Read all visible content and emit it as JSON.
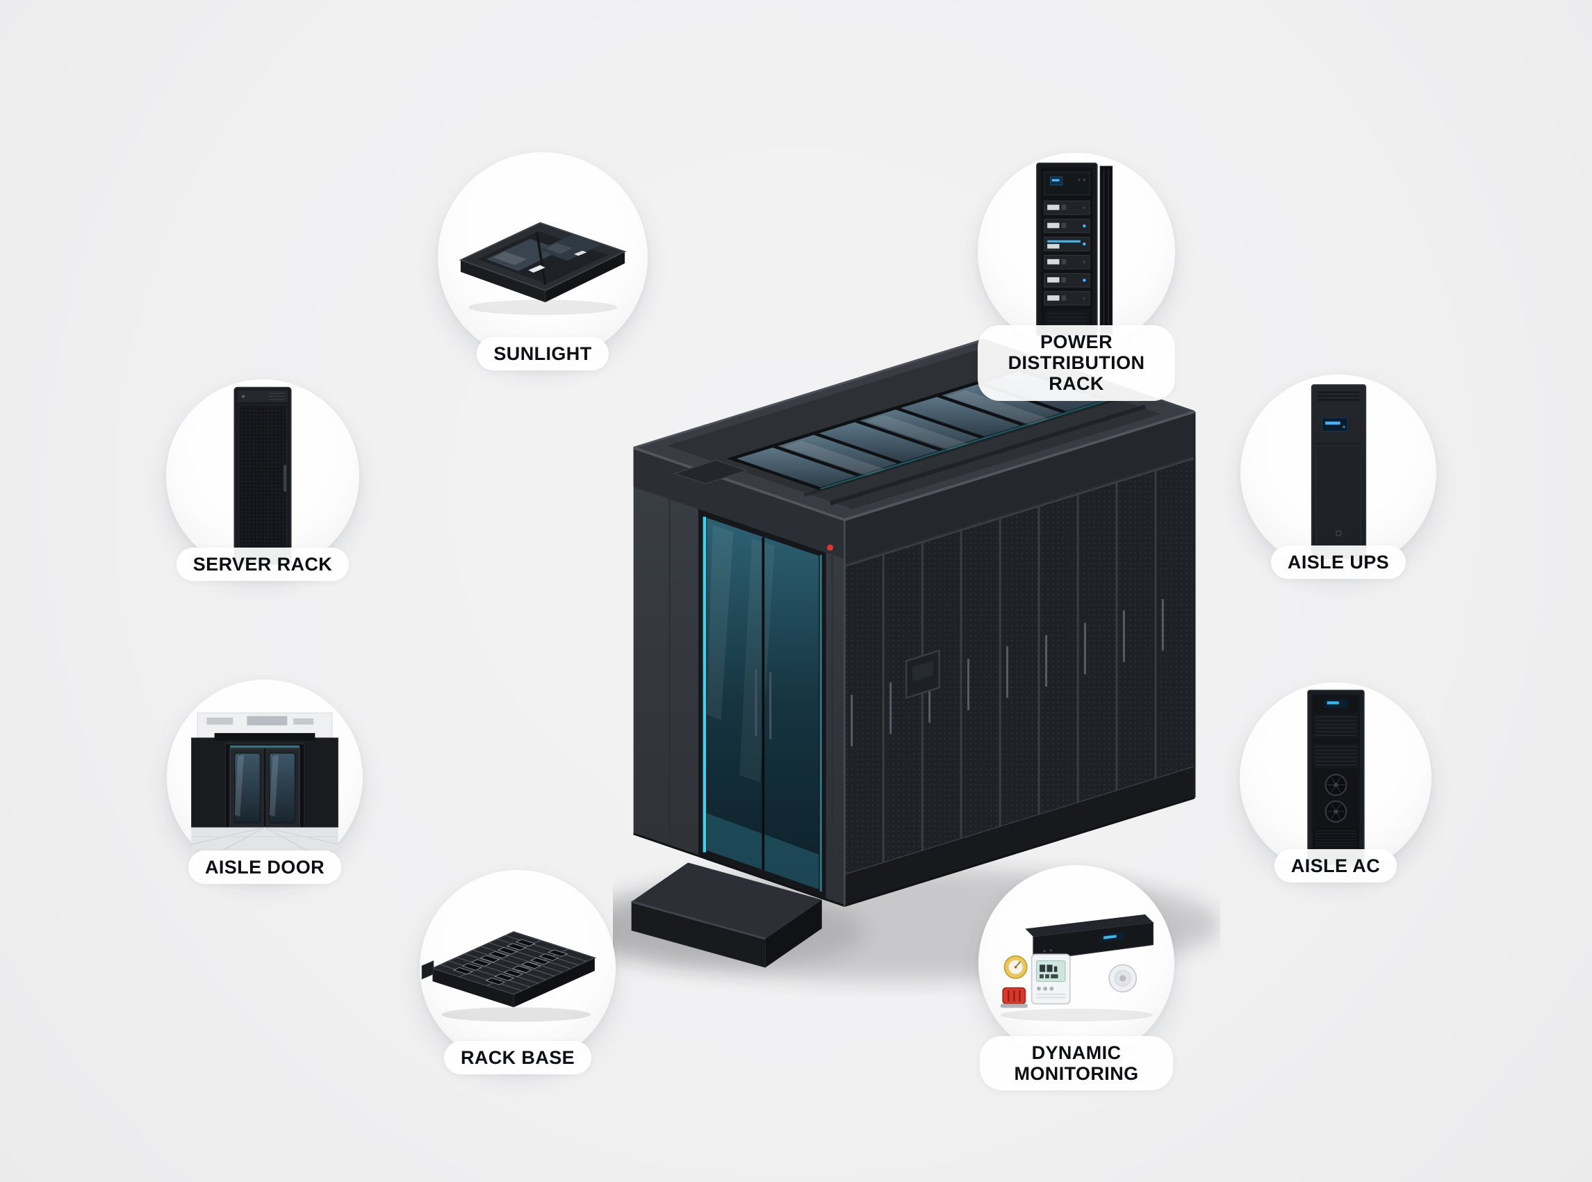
{
  "colors": {
    "background": "#f0f0f1",
    "accent_glow": "#43dbf2",
    "label_text": "#0d0f12",
    "label_pill": "#ffffff",
    "cabinet_dark": "#1b1d21"
  },
  "callouts": [
    {
      "id": "sunlight",
      "label": "SUNLIGHT"
    },
    {
      "id": "power-distribution-rack",
      "label": "POWER DISTRIBUTION RACK"
    },
    {
      "id": "server-rack",
      "label": "SERVER RACK"
    },
    {
      "id": "aisle-ups",
      "label": "AISLE UPS"
    },
    {
      "id": "aisle-door",
      "label": "AISLE DOOR"
    },
    {
      "id": "aisle-ac",
      "label": "AISLE AC"
    },
    {
      "id": "rack-base",
      "label": "RACK BASE"
    },
    {
      "id": "dynamic-monitoring",
      "label": "DYNAMIC MONITORING"
    }
  ]
}
